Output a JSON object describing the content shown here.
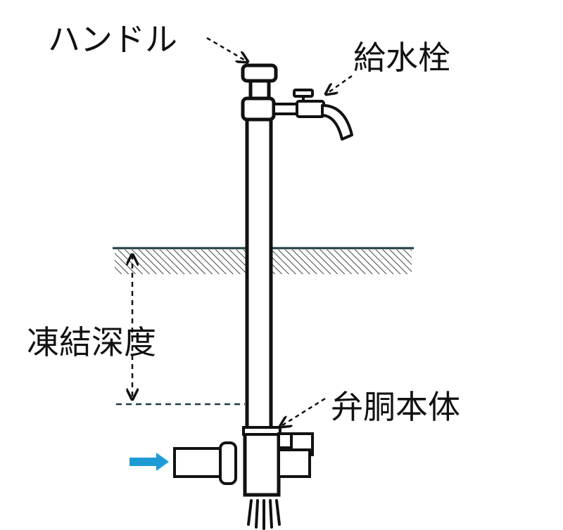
{
  "labels": {
    "handle": "ハンドル",
    "hydrant": "給水栓",
    "frost_depth": "凍結深度",
    "valve_body": "弁胴本体"
  },
  "colors": {
    "ink": "#111111",
    "ground_line": "#1a3a40",
    "hatch": "#444444",
    "inflow_arrow": "#1e9bd7",
    "frost_line": "#1a3a40"
  },
  "icons": {
    "inflow": "right-arrow-icon"
  }
}
